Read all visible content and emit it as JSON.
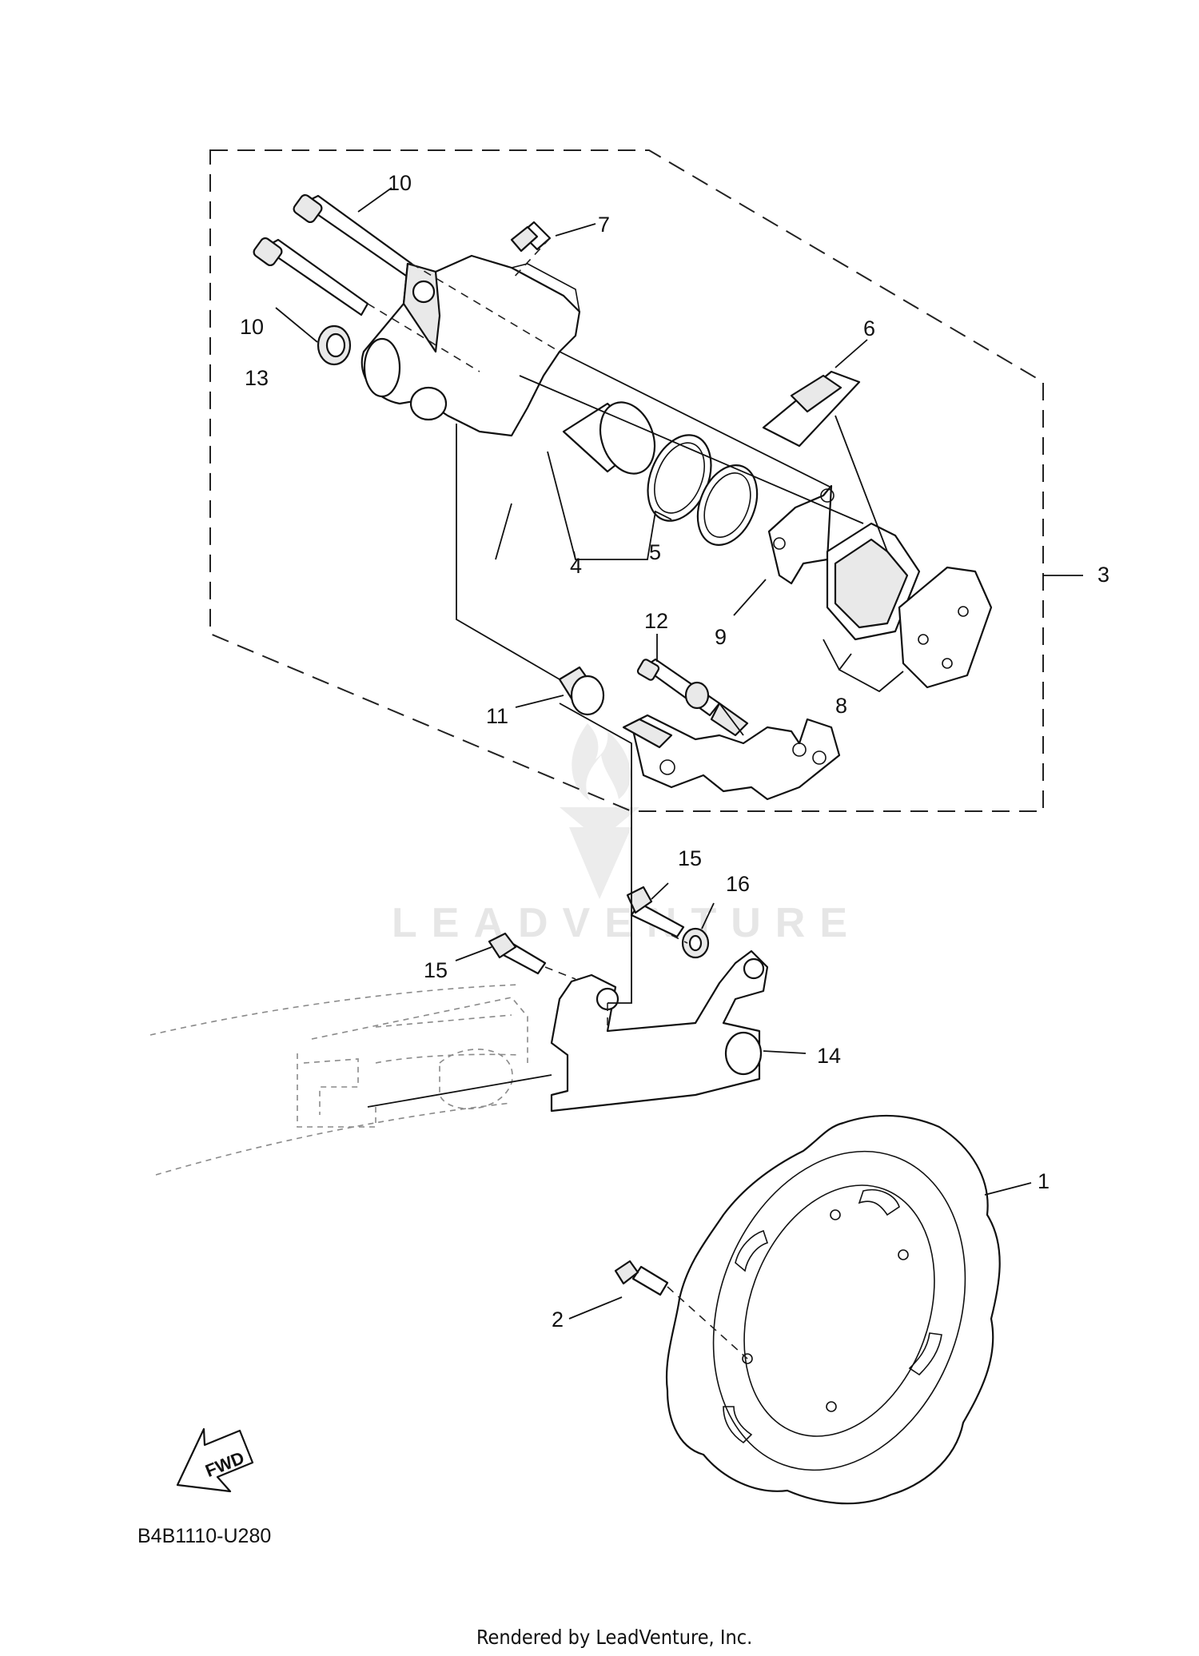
{
  "callouts": {
    "p1": "1",
    "p2": "2",
    "p3": "3",
    "p4": "4",
    "p5": "5",
    "p6": "6",
    "p7": "7",
    "p8": "8",
    "p9": "9",
    "p10a": "10",
    "p10b": "10",
    "p11": "11",
    "p12": "12",
    "p13": "13",
    "p14": "14",
    "p15a": "15",
    "p15b": "15",
    "p16": "16"
  },
  "fwd_label": "FWD",
  "diagram_code": "B4B1110-U280",
  "watermark": "LEADVENTURE",
  "footer_credit": "Rendered by LeadVenture, Inc."
}
